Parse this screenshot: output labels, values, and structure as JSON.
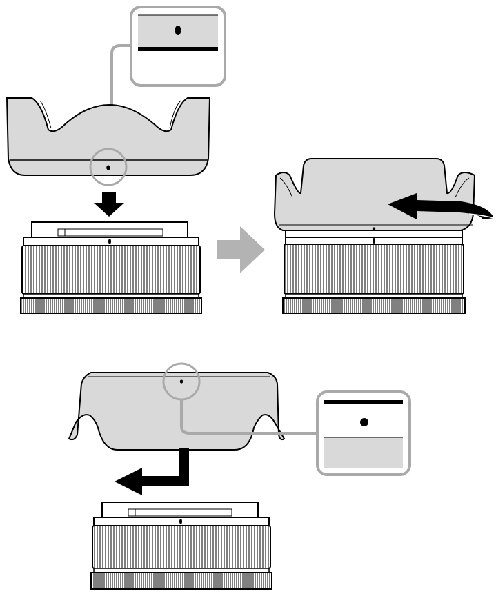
{
  "figure": {
    "panels": [
      {
        "name": "attach-step",
        "index_mark": "dot-align"
      },
      {
        "name": "rotate-step",
        "index_mark": "dot-align"
      },
      {
        "name": "reverse-storage-step",
        "index_mark": "dot-align"
      }
    ]
  },
  "colors": {
    "hood_fill": "#d9d9d9",
    "stroke": "#000000",
    "callout_stroke": "#a9a9a9",
    "step_arrow": "#b3b3b3",
    "direction_arrow": "#000000",
    "background": "#ffffff"
  },
  "icons": {
    "down_arrow": "down-arrow-icon",
    "step_arrow": "right-arrow-icon",
    "rotate_arrow": "rotate-arrow-icon",
    "bent_arrow": "bent-arrow-icon"
  }
}
